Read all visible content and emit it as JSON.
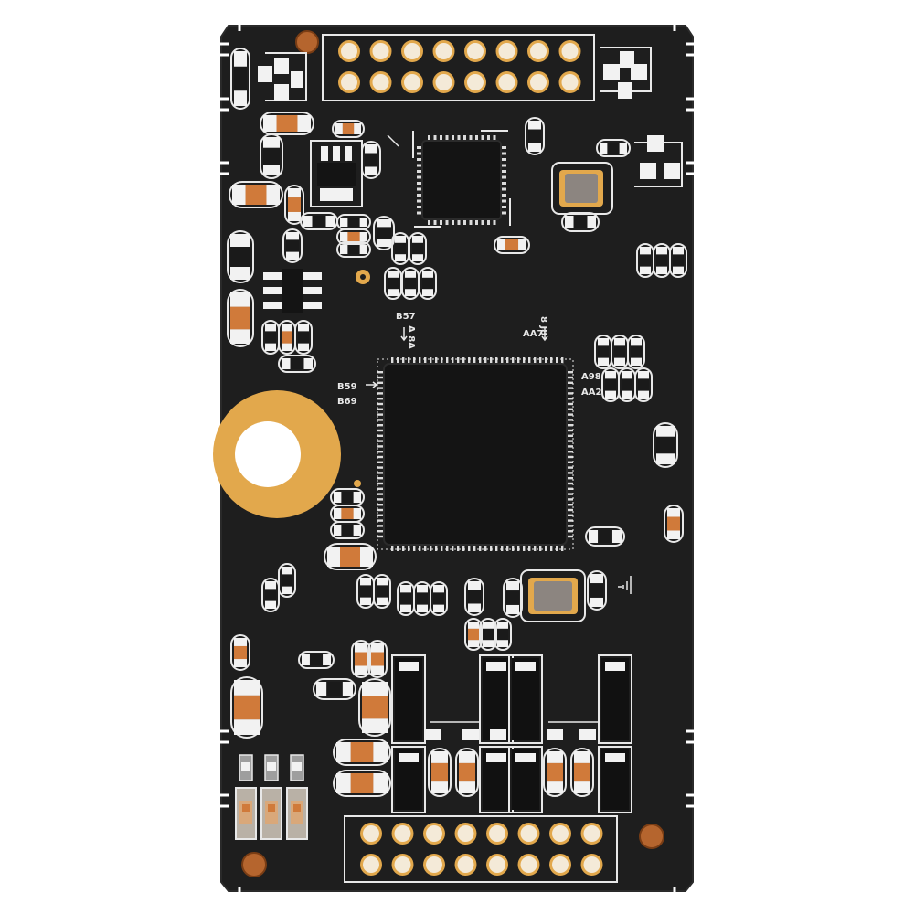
{
  "board": {
    "colors": {
      "background": "#ffffff",
      "solder_mask": "#1e1e1e",
      "silkscreen": "#e8e8e8",
      "pad_gold": "#e2a84c",
      "via_copper": "#b5652e",
      "chip_body": "#141414",
      "crystal_body": "#8c8580",
      "capacitor_tan": "#d07a3a",
      "resistor_white": "#f2f2f2"
    },
    "silkscreen_labels": {
      "main_top_left_a": "A 8A",
      "main_top_left_b": "B57",
      "main_top_right_a": "8 J8",
      "main_top_right_b": "AA7",
      "main_left_a": "B59",
      "main_left_b": "B69",
      "main_right_a": "A98",
      "main_right_b": "AA2"
    },
    "icons": {
      "main_soc": "qfp-chip-icon",
      "small_ic": "qfn-chip-icon",
      "top_header": "pin-header-icon",
      "bottom_header": "pin-header-icon",
      "mount_hole": "mounting-hole-icon",
      "crystal_top": "crystal-oscillator-icon",
      "crystal_bottom": "crystal-oscillator-icon",
      "regulator": "sot-regulator-icon",
      "leds": "led-icon"
    }
  }
}
